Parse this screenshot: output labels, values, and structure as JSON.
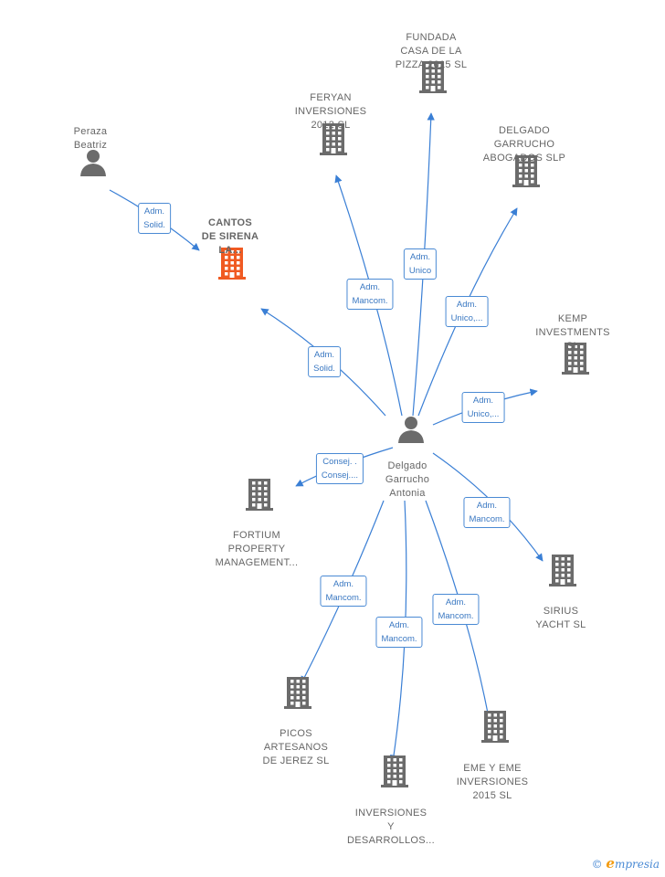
{
  "colors": {
    "edge": "#3a7fd5",
    "icon": "#6b6b6b",
    "highlight": "#f05a22"
  },
  "nodes": [
    {
      "id": "center",
      "label": "Delgado\nGarrucho\nAntonia",
      "type": "person"
    },
    {
      "id": "peraza",
      "label": "Peraza\nBeatriz",
      "type": "person"
    },
    {
      "id": "cantos",
      "label": "CANTOS\nDE SIRENA\nLA...",
      "type": "company",
      "highlight": true
    },
    {
      "id": "feryan",
      "label": "FERYAN\nINVERSIONES\n2012 SL",
      "type": "company"
    },
    {
      "id": "fundada",
      "label": "FUNDADA\nCASA DE LA\nPIZZA 2015  SL",
      "type": "company"
    },
    {
      "id": "delgado_slp",
      "label": "DELGADO\nGARRUCHO\nABOGADOS SLP",
      "type": "company"
    },
    {
      "id": "kemp",
      "label": "KEMP\nINVESTMENTS\nSL",
      "type": "company"
    },
    {
      "id": "fortium",
      "label": "FORTIUM\nPROPERTY\nMANAGEMENT...",
      "type": "company"
    },
    {
      "id": "sirius",
      "label": "SIRIUS\nYACHT  SL",
      "type": "company"
    },
    {
      "id": "picos",
      "label": "PICOS\nARTESANOS\nDE JEREZ SL",
      "type": "company"
    },
    {
      "id": "inversiones_y",
      "label": "INVERSIONES\nY\nDESARROLLOS...",
      "type": "company"
    },
    {
      "id": "eme",
      "label": "EME Y EME\nINVERSIONES\n2015  SL",
      "type": "company"
    }
  ],
  "edges": [
    {
      "from": "peraza",
      "to": "cantos",
      "label": "Adm.\nSolid."
    },
    {
      "from": "center",
      "to": "cantos",
      "label": "Adm.\nSolid."
    },
    {
      "from": "center",
      "to": "feryan",
      "label": "Adm.\nMancom."
    },
    {
      "from": "center",
      "to": "fundada",
      "label": "Adm.\nUnico"
    },
    {
      "from": "center",
      "to": "delgado_slp",
      "label": "Adm.\nUnico,..."
    },
    {
      "from": "center",
      "to": "kemp",
      "label": "Adm.\nUnico,..."
    },
    {
      "from": "center",
      "to": "fortium",
      "label": "Consej. .\nConsej...."
    },
    {
      "from": "center",
      "to": "sirius",
      "label": "Adm.\nMancom."
    },
    {
      "from": "center",
      "to": "picos",
      "label": "Adm.\nMancom."
    },
    {
      "from": "center",
      "to": "inversiones_y",
      "label": "Adm.\nMancom."
    },
    {
      "from": "center",
      "to": "eme",
      "label": "Adm.\nMancom."
    }
  ],
  "brand": {
    "copyright": "©",
    "initial": "e",
    "rest": "mpresia"
  }
}
